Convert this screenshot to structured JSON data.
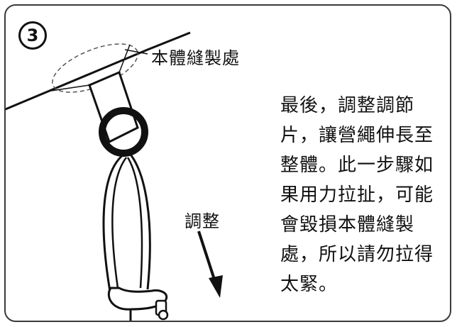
{
  "step": {
    "number": "3"
  },
  "callout": {
    "label": "本體縫製處"
  },
  "arrow": {
    "label": "調整"
  },
  "instructions": {
    "lines": [
      "最後，調整調節",
      "片，讓營繩伸長至",
      "整體。此一步驟如",
      "果用力拉扯，可能",
      "會毀損本體縫製",
      "處，所以請勿拉得",
      "太緊。"
    ]
  }
}
